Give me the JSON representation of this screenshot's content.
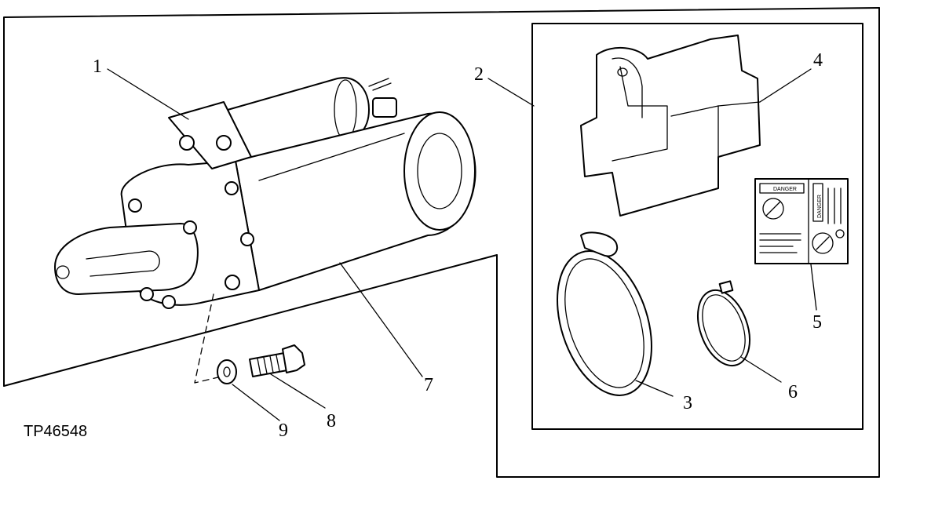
{
  "figure_id": "TP46548",
  "callouts": [
    {
      "label": "1"
    },
    {
      "label": "2"
    },
    {
      "label": "3"
    },
    {
      "label": "4"
    },
    {
      "label": "5"
    },
    {
      "label": "6"
    },
    {
      "label": "7"
    },
    {
      "label": "8"
    },
    {
      "label": "9"
    }
  ],
  "decal": {
    "left_header": "DANGER",
    "right_header": "DANGER"
  }
}
